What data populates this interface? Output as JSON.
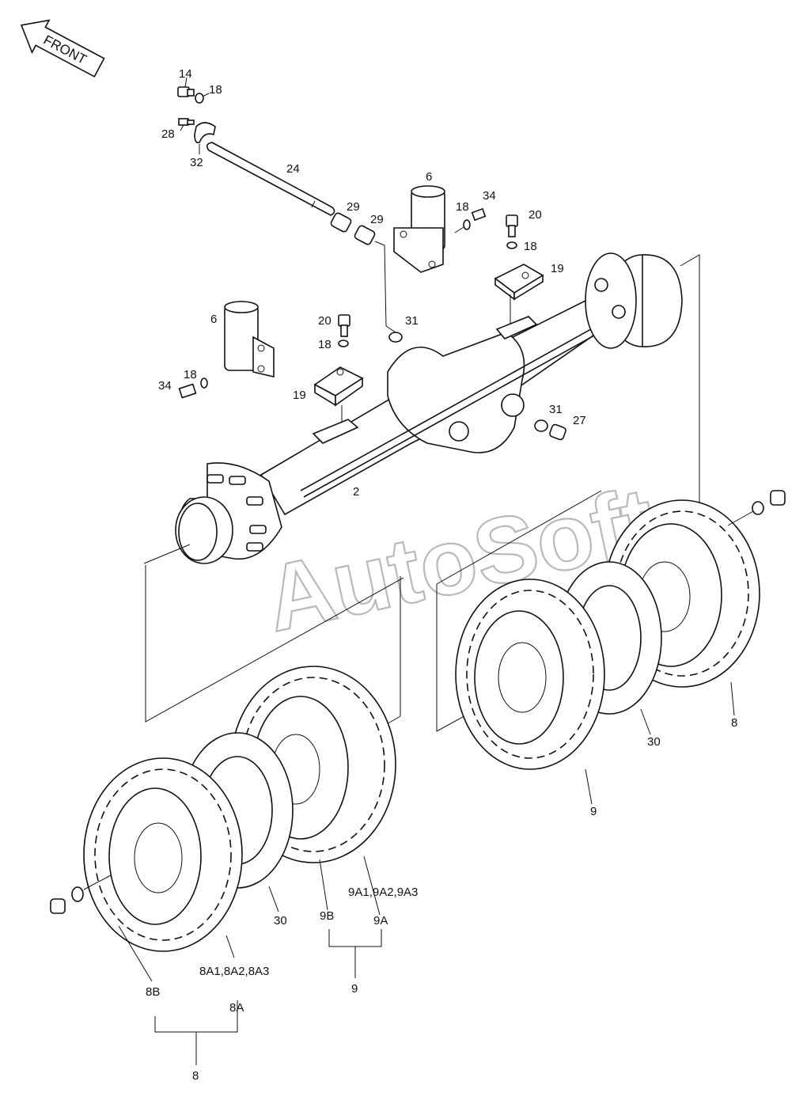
{
  "front_arrow": {
    "text": "FRONT"
  },
  "watermark": {
    "text": "AutoSoft"
  },
  "labels": {
    "p14": "14",
    "p18a": "18",
    "p28": "28",
    "p32": "32",
    "p24": "24",
    "p29a": "29",
    "p29b": "29",
    "p6r": "6",
    "p18b": "18",
    "p34r": "34",
    "p20r": "20",
    "p18c": "18",
    "p19r": "19",
    "p31a": "31",
    "p6l": "6",
    "p20l": "20",
    "p18d": "18",
    "p18e": "18",
    "p34l": "34",
    "p19l": "19",
    "p31b": "31",
    "p27": "27",
    "p2": "2",
    "p30r": "30",
    "p8r": "8",
    "p9r": "9",
    "p9a123": "9A1,9A2,9A3",
    "p30l": "30",
    "p9b": "9B",
    "p9a": "9A",
    "p9": "9",
    "p8a123": "8A1,8A2,8A3",
    "p8b": "8B",
    "p8a": "8A",
    "p8": "8"
  }
}
